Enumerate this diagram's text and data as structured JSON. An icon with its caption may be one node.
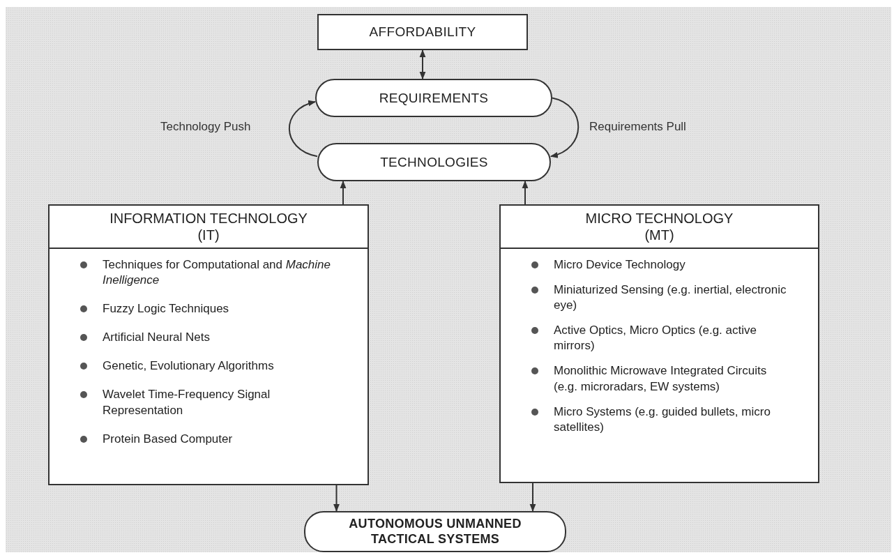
{
  "diagram": {
    "nodes": [
      {
        "text": [
          "AFFORDABILITY"
        ]
      },
      {
        "text": [
          "REQUIREMENTS"
        ]
      },
      {
        "text": [
          "TECHNOLOGIES"
        ]
      },
      {
        "text": [
          "INFORMATION TECHNOLOGY (IT)",
          "Techniques for Computational and *Machine Inelligence*",
          "Fuzzy Logic Techniques",
          "Artificial Neural Nets",
          "Genetic, Evolutionary Algorithms",
          "Wavelet Time-Frequency Signal Representation",
          "Protein Based Computer"
        ]
      },
      {
        "text": [
          "MICRO TECHNOLOGY (MT)",
          "Micro Device Technology",
          "Miniaturized Sensing (e.g. inertial, electronic eye)",
          "Active Optics, Micro Optics (e.g. active mirrors)",
          "Monolithic Microwave Integrated Circuits (e.g. microradars, EW systems)",
          "Micro Systems (e.g. guided bullets, micro satellites)"
        ]
      },
      {
        "text": [
          "AUTONOMOUS UNMANNED TACTICAL SYSTEMS"
        ]
      }
    ],
    "edges": [
      {
        "from": 0,
        "to": 1,
        "arrow": "both"
      },
      {
        "from": 2,
        "to": 1,
        "arrow": "to",
        "label": "Technology Push"
      },
      {
        "from": 1,
        "to": 2,
        "arrow": "to",
        "label": "Requirements Pull"
      },
      {
        "from": 3,
        "to": 2,
        "arrow": "to"
      },
      {
        "from": 4,
        "to": 2,
        "arrow": "to"
      },
      {
        "from": 3,
        "to": 5,
        "arrow": "to"
      },
      {
        "from": 4,
        "to": 5,
        "arrow": "to"
      }
    ]
  }
}
